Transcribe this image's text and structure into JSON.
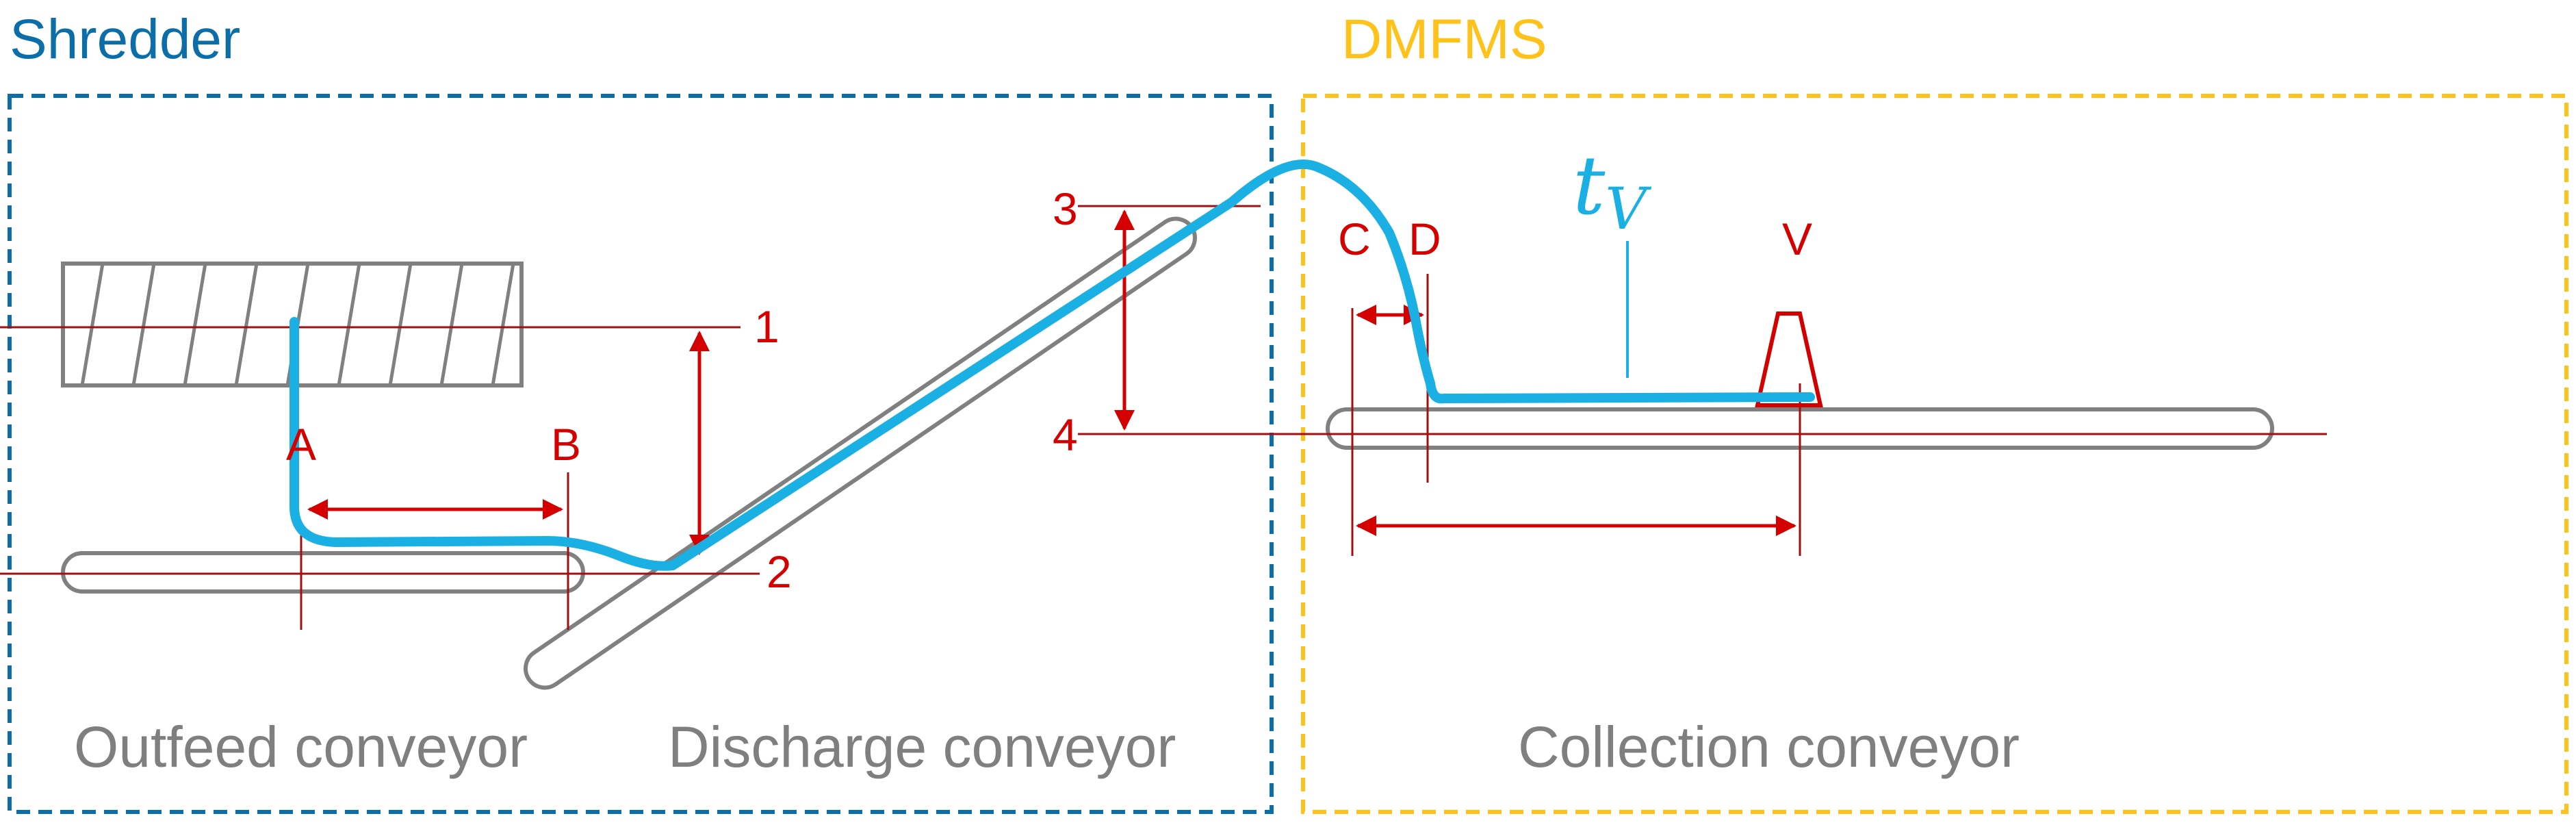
{
  "regions": {
    "shredder": {
      "title": "Shredder",
      "color": "#0b6ea8"
    },
    "dmfms": {
      "title": "DMFMS",
      "color": "#ffc21a"
    }
  },
  "conveyors": {
    "outfeed": "Outfeed conveyor",
    "discharge": "Discharge conveyor",
    "collection": "Collection conveyor"
  },
  "points": {
    "A": "A",
    "B": "B",
    "C": "C",
    "D": "D",
    "V": "V"
  },
  "levels": {
    "l1": "1",
    "l2": "2",
    "l3": "3",
    "l4": "4"
  },
  "flow_label": {
    "base": "t",
    "sub": "V"
  },
  "colors": {
    "flow": "#1ab0e4",
    "dimension": "#d40000",
    "conveyor": "#808080",
    "label": "#7f7f7f"
  }
}
